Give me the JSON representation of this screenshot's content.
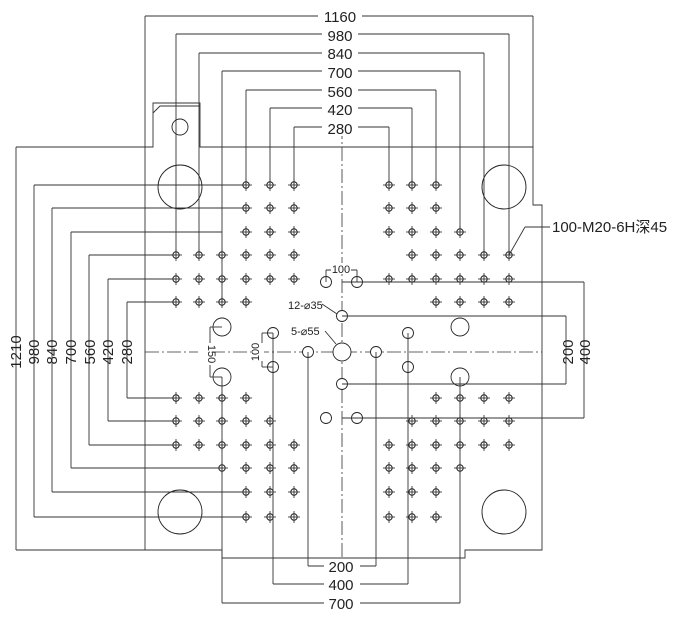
{
  "top_dimensions": [
    "1160",
    "980",
    "840",
    "700",
    "560",
    "420",
    "280"
  ],
  "left_dimensions": [
    "1210",
    "980",
    "840",
    "700",
    "560",
    "420",
    "280"
  ],
  "right_dimensions": [
    "200",
    "400"
  ],
  "bottom_dimensions": [
    "200",
    "400",
    "700"
  ],
  "callouts": {
    "thread_holes": "100-M20-6H深45",
    "holes_35": "12-⌀35",
    "holes_55": "5-⌀55",
    "spacing_top": "100",
    "spacing_left": "100",
    "spacing_150": "150"
  },
  "colors": {
    "line": "#333333",
    "text": "#222222",
    "background": "#ffffff"
  }
}
